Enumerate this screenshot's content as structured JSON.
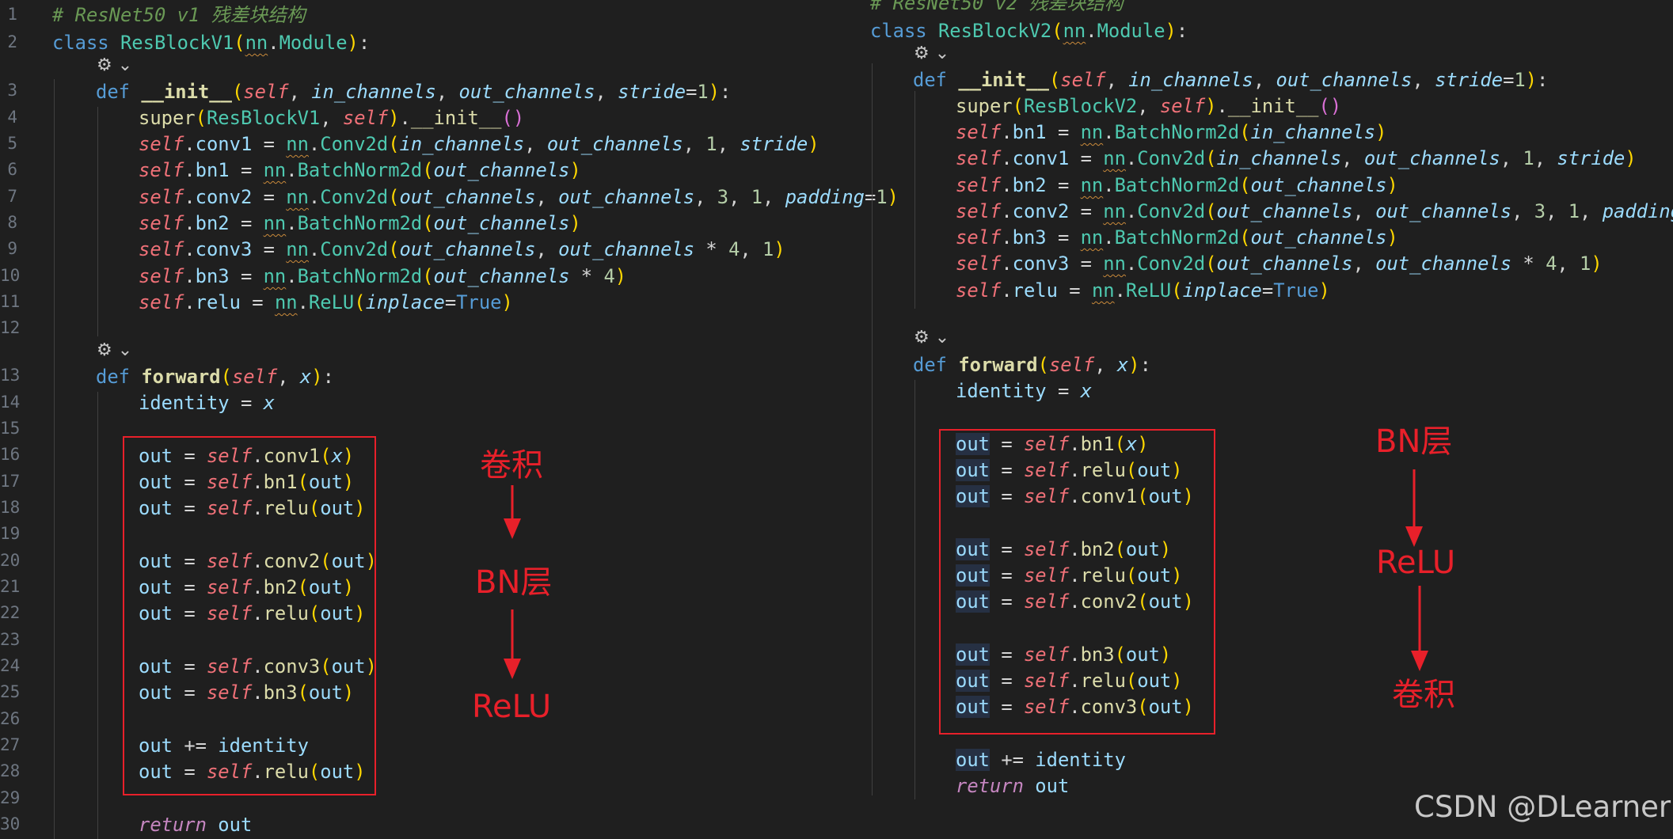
{
  "left": {
    "comment": "# ResNet50 v1 残差块结构",
    "class_name": "ResBlockV1",
    "line_numbers": [
      "1",
      "2",
      "3",
      "4",
      "5",
      "6",
      "7",
      "8",
      "9",
      "10",
      "11",
      "12",
      "13",
      "14",
      "15",
      "16",
      "17",
      "18",
      "19",
      "20",
      "21",
      "22",
      "23",
      "24",
      "25",
      "26",
      "27",
      "28",
      "29",
      "30"
    ],
    "annotations": [
      "卷积",
      "BN层",
      "ReLU"
    ]
  },
  "right": {
    "comment": "# ResNet50 v2 残差块结构",
    "class_name": "ResBlockV2",
    "annotations": [
      "BN层",
      "ReLU",
      "卷积"
    ]
  },
  "watermark": "CSDN @DLearner",
  "codelens_icon": "copilot-icon"
}
